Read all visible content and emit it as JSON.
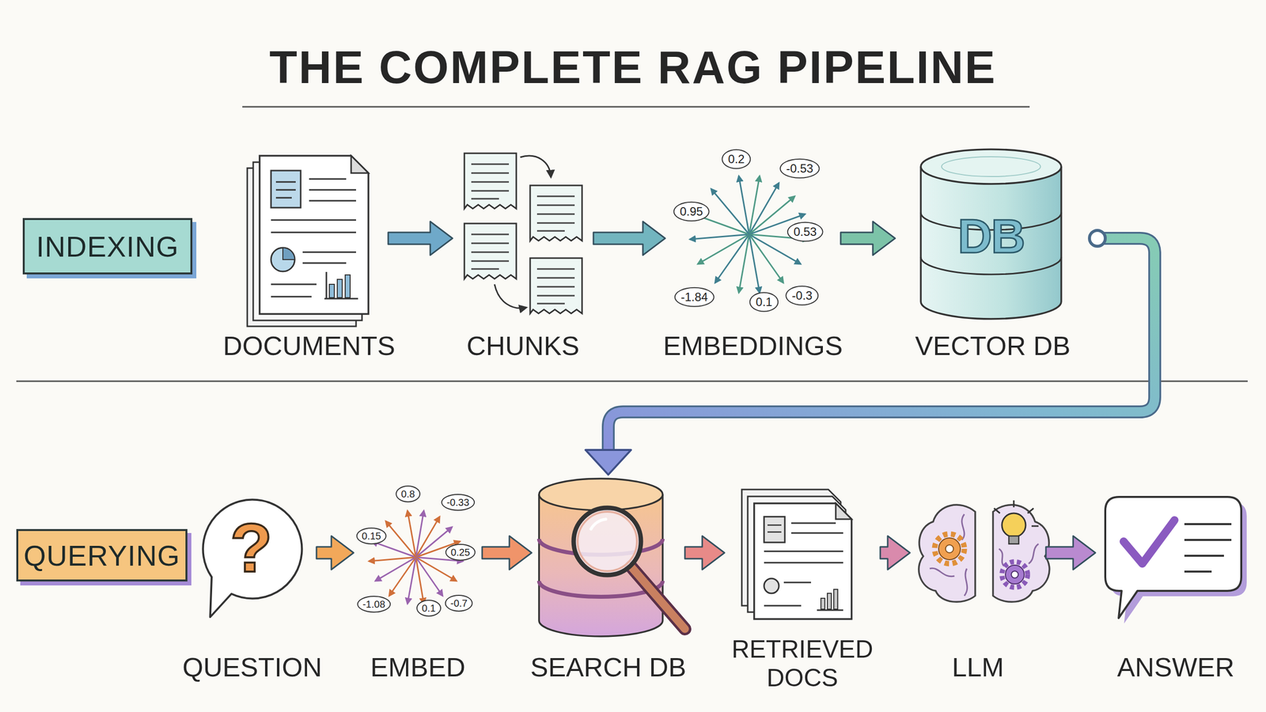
{
  "diagram": {
    "title": "THE COMPLETE RAG PIPELINE",
    "nodes": [
      {
        "text": [
          "INDEXING"
        ]
      },
      {
        "text": [
          "DOCUMENTS"
        ]
      },
      {
        "text": [
          "CHUNKS"
        ]
      },
      {
        "text": [
          "EMBEDDINGS"
        ]
      },
      {
        "text": [
          "0.2"
        ],
        "in": 3
      },
      {
        "text": [
          "-0.53"
        ],
        "in": 3
      },
      {
        "text": [
          "0.95"
        ],
        "in": 3
      },
      {
        "text": [
          "0.53"
        ],
        "in": 3
      },
      {
        "text": [
          "-1.84"
        ],
        "in": 3
      },
      {
        "text": [
          "0.1"
        ],
        "in": 3
      },
      {
        "text": [
          "-0.3"
        ],
        "in": 3
      },
      {
        "text": [
          "DB",
          "VECTOR DB"
        ]
      },
      {
        "text": [
          "QUERYING"
        ]
      },
      {
        "text": [
          "?",
          "QUESTION"
        ]
      },
      {
        "text": [
          "EMBED"
        ]
      },
      {
        "text": [
          "0.8"
        ],
        "in": 14
      },
      {
        "text": [
          "-0.33"
        ],
        "in": 14
      },
      {
        "text": [
          "0.15"
        ],
        "in": 14
      },
      {
        "text": [
          "0.25"
        ],
        "in": 14
      },
      {
        "text": [
          "-1.08"
        ],
        "in": 14
      },
      {
        "text": [
          "0.1"
        ],
        "in": 14
      },
      {
        "text": [
          "-0.7"
        ],
        "in": 14
      },
      {
        "text": [
          "SEARCH DB"
        ]
      },
      {
        "text": [
          "RETRIEVED DOCS"
        ]
      },
      {
        "text": [
          "LLM"
        ]
      },
      {
        "text": [
          "ANSWER"
        ]
      }
    ],
    "edges": [
      {
        "from": 1,
        "to": 2,
        "arrow": "to"
      },
      {
        "from": 2,
        "to": 3,
        "arrow": "to"
      },
      {
        "from": 3,
        "to": 11,
        "arrow": "to"
      },
      {
        "from": 11,
        "to": 22,
        "arrow": "to"
      },
      {
        "from": 13,
        "to": 14,
        "arrow": "to"
      },
      {
        "from": 14,
        "to": 22,
        "arrow": "to"
      },
      {
        "from": 22,
        "to": 23,
        "arrow": "to"
      },
      {
        "from": 23,
        "to": 24,
        "arrow": "to"
      },
      {
        "from": 24,
        "to": 25,
        "arrow": "to"
      }
    ]
  }
}
